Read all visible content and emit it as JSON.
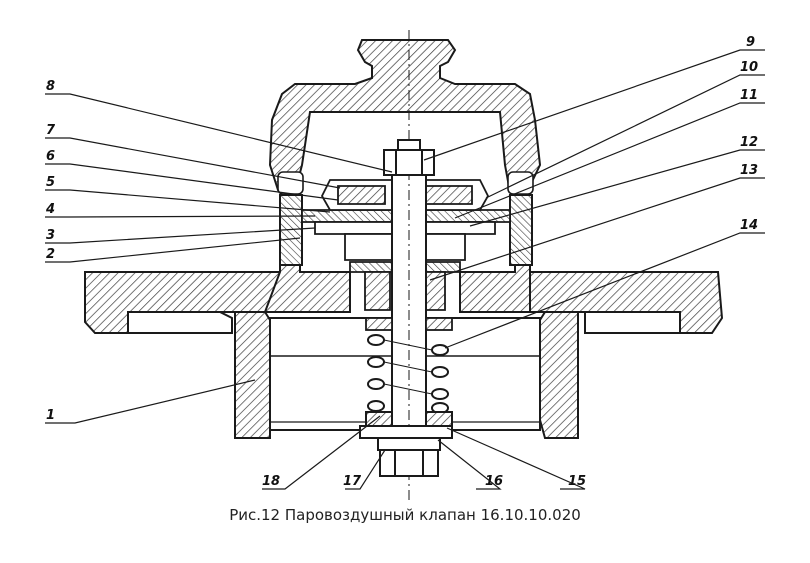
{
  "caption": "Рис.12 Паровоздушный клапан 16.10.10.020",
  "colors": {
    "ink": "#1a1a1a",
    "hatch": "#3a3a3a",
    "background": "#ffffff"
  },
  "callouts": [
    "1",
    "2",
    "3",
    "4",
    "5",
    "6",
    "7",
    "8",
    "9",
    "10",
    "11",
    "12",
    "13",
    "14",
    "15",
    "16",
    "17",
    "18"
  ]
}
